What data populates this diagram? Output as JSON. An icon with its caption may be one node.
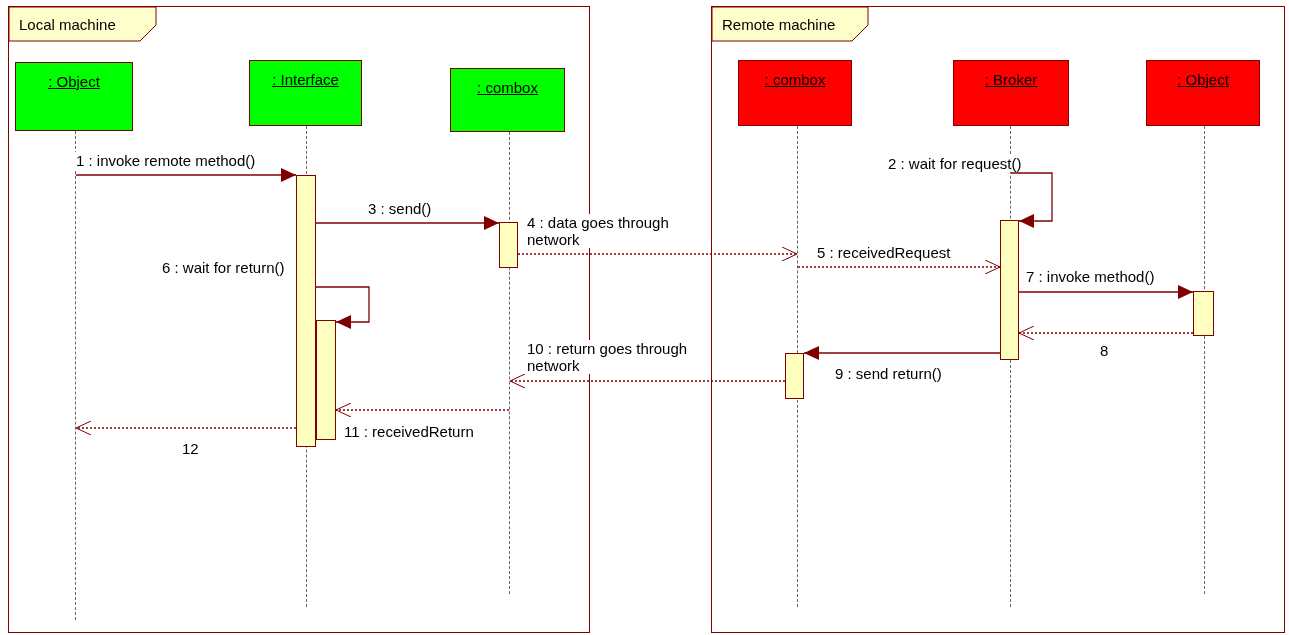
{
  "diagram": {
    "nodes": [
      {
        "text": [
          "Local machine"
        ]
      },
      {
        "text": [
          ": Object"
        ],
        "in": 0
      },
      {
        "text": [
          ": Interface"
        ],
        "in": 0
      },
      {
        "text": [
          ": combox"
        ],
        "in": 0
      },
      {
        "text": [],
        "shape": "line",
        "in": 0
      },
      {
        "text": [],
        "shape": "line",
        "in": 0
      },
      {
        "text": [],
        "shape": "line",
        "in": 0
      },
      {
        "text": [],
        "shape": "bar",
        "in": 0
      },
      {
        "text": [],
        "shape": "bar",
        "in": 0
      },
      {
        "text": [],
        "shape": "bar",
        "in": 0
      },
      {
        "text": [
          "Remote machine"
        ]
      },
      {
        "text": [
          ": combox"
        ],
        "in": 10
      },
      {
        "text": [
          ": Broker"
        ],
        "in": 10
      },
      {
        "text": [
          ": Object"
        ],
        "in": 10
      },
      {
        "text": [],
        "shape": "line",
        "in": 10
      },
      {
        "text": [],
        "shape": "line",
        "in": 10
      },
      {
        "text": [],
        "shape": "line",
        "in": 10
      },
      {
        "text": [],
        "shape": "bar",
        "in": 10
      },
      {
        "text": [],
        "shape": "bar",
        "in": 10
      },
      {
        "text": [],
        "shape": "bar",
        "in": 10
      }
    ],
    "edges": [
      {
        "from": 4,
        "to": 7,
        "arrow": "to",
        "label": "1 : invoke remote method()"
      },
      {
        "from": 15,
        "to": 18,
        "arrow": "to",
        "label": "2 : wait for request()"
      },
      {
        "from": 7,
        "to": 9,
        "arrow": "to",
        "label": "3 : send()"
      },
      {
        "from": 9,
        "to": 14,
        "arrow": "to",
        "label": "4 : data goes through network",
        "style": "dashed"
      },
      {
        "from": 14,
        "to": 18,
        "arrow": "to",
        "label": "5 : receivedRequest",
        "style": "dashed"
      },
      {
        "from": 7,
        "to": 8,
        "arrow": "to",
        "label": "6 : wait for return()"
      },
      {
        "from": 18,
        "to": 19,
        "arrow": "to",
        "label": "7 : invoke method()"
      },
      {
        "from": 19,
        "to": 18,
        "arrow": "to",
        "label": "8",
        "style": "dashed"
      },
      {
        "from": 18,
        "to": 17,
        "arrow": "to",
        "label": "9 : send return()"
      },
      {
        "from": 17,
        "to": 6,
        "arrow": "to",
        "label": "10 : return goes through network",
        "style": "dashed"
      },
      {
        "from": 6,
        "to": 8,
        "arrow": "to",
        "label": "11 : receivedReturn",
        "style": "dashed"
      },
      {
        "from": 7,
        "to": 4,
        "arrow": "to",
        "label": "12",
        "style": "dashed"
      }
    ]
  }
}
